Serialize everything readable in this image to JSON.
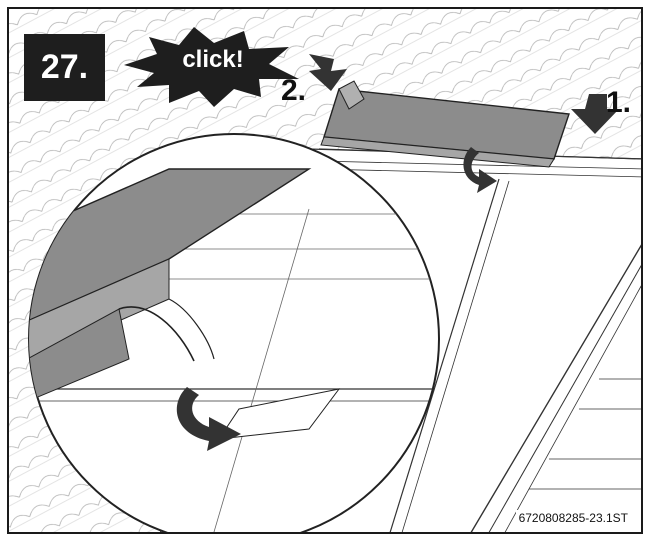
{
  "step_number": "27.",
  "click_callout": "click!",
  "step_labels": {
    "first": "1.",
    "second": "2."
  },
  "reference_code": "6720808285-23.1ST",
  "colors": {
    "badge": "#1e1e1e",
    "cover_fill": "#8c8c8c",
    "line": "#333333"
  },
  "icons": [
    "down-arrow-icon",
    "curved-arrow-icon",
    "starburst-icon"
  ]
}
